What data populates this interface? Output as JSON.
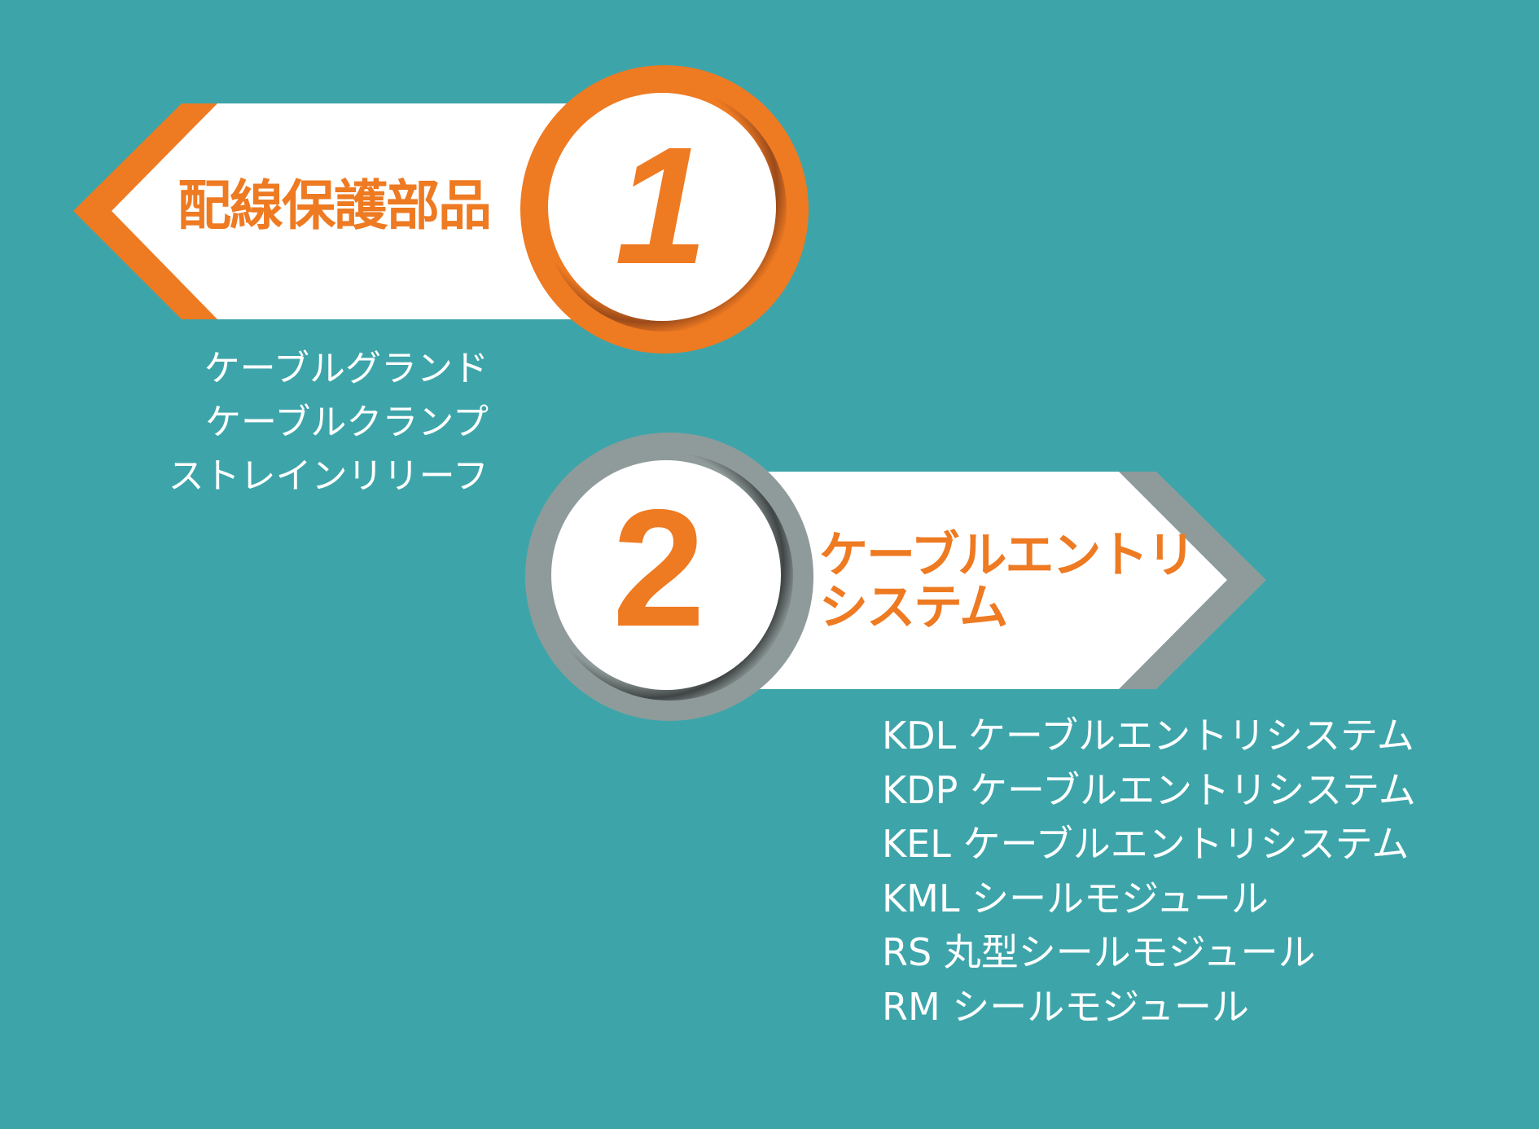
{
  "colors": {
    "background": "#3DA5AA",
    "accent_orange": "#EE7A22",
    "accent_gray": "#8F9B9A",
    "text_white": "#FFFFFF"
  },
  "step1": {
    "number": "1",
    "title": "配線保護部品",
    "items": [
      "ケーブルグランド",
      "ケーブルクランプ",
      "ストレインリリーフ"
    ]
  },
  "step2": {
    "number": "2",
    "title_line1": "ケーブルエントリ",
    "title_line2": "システム",
    "items": [
      "KDL ケーブルエントリシステム",
      "KDP ケーブルエントリシステム",
      "KEL ケーブルエントリシステム",
      "KML シールモジュール",
      "RS 丸型シールモジュール",
      "RM シールモジュール"
    ]
  }
}
